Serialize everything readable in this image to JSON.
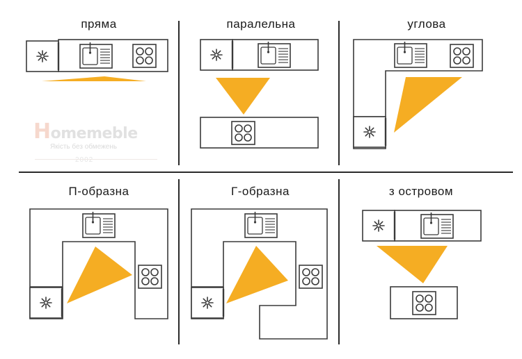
{
  "layouts": {
    "straight": "пряма",
    "parallel": "паралельна",
    "corner": "углова",
    "u_shaped": "П-образна",
    "l_shaped": "Г-образна",
    "island": "з островом"
  },
  "watermark": {
    "brand_first": "H",
    "brand_rest": "omemeble",
    "tagline": "Якість без обмежень",
    "year": "2002"
  },
  "colors": {
    "triangle": "#f5ad23",
    "outline": "#3a3a3a",
    "divider": "#2a2a2a"
  }
}
